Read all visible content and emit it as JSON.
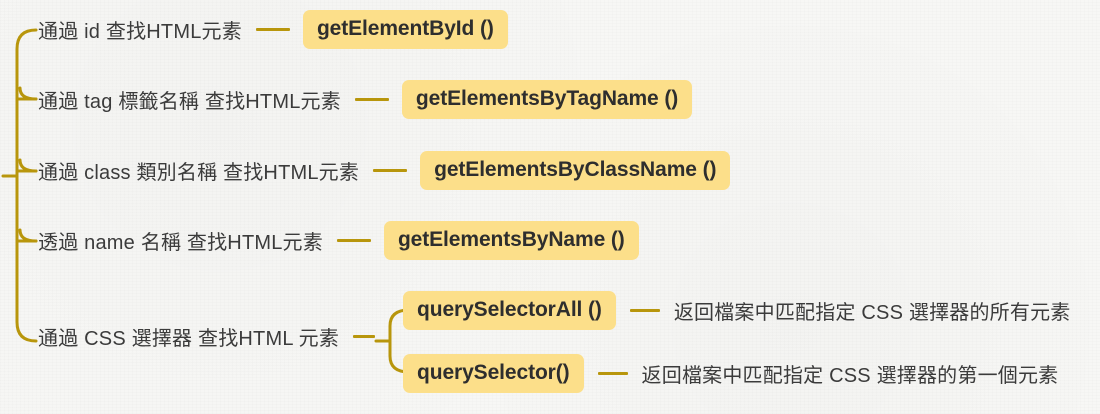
{
  "diagram": {
    "title": "JavaScript HTML element lookup methods mind map",
    "colors": {
      "background": "#f7f7f5",
      "badge_fill": "#fcdf8a",
      "badge_text": "#2e2e2e",
      "connector": "#b8960c",
      "bracket": "#b8960c",
      "label_text": "#3b3b3b"
    },
    "branches": [
      {
        "label": "通過 id 查找HTML元素",
        "method": "getElementById ()"
      },
      {
        "label": "通過 tag 標籤名稱 查找HTML元素",
        "method": "getElementsByTagName ()"
      },
      {
        "label": "通過 class 類別名稱 查找HTML元素",
        "method": "getElementsByClassName ()"
      },
      {
        "label": "透過 name 名稱 查找HTML元素",
        "method": "getElementsByName ()"
      },
      {
        "label": "通過 CSS 選擇器 查找HTML 元素",
        "children": [
          {
            "method": "querySelectorAll ()",
            "description": "返回檔案中匹配指定 CSS 選擇器的所有元素"
          },
          {
            "method": "querySelector()",
            "description": "返回檔案中匹配指定 CSS 選擇器的第一個元素"
          }
        ]
      }
    ]
  }
}
